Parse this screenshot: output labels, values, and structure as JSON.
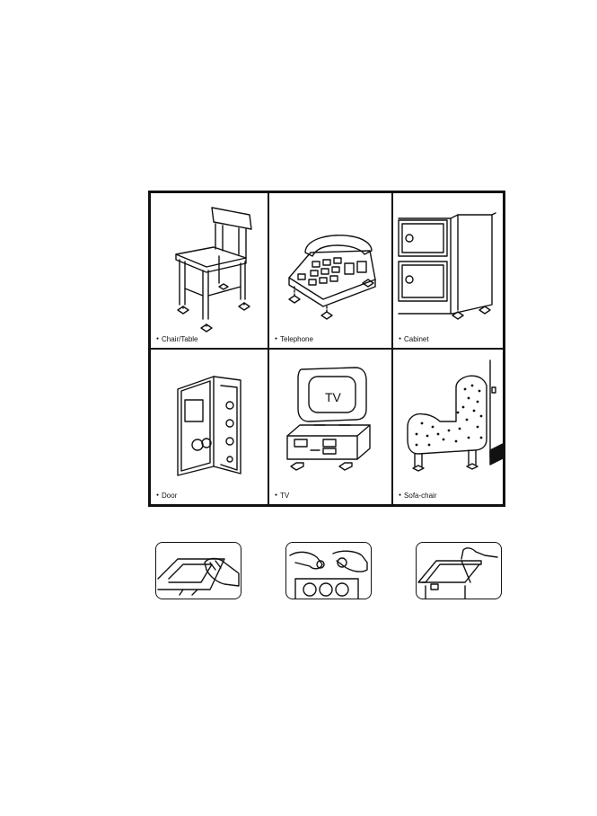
{
  "grid": {
    "items": [
      {
        "label": "Chair/Table",
        "icon": "chair-icon"
      },
      {
        "label": "Telephone",
        "icon": "telephone-icon"
      },
      {
        "label": "Cabinet",
        "icon": "cabinet-icon"
      },
      {
        "label": "Door",
        "icon": "door-icon"
      },
      {
        "label": "TV",
        "icon": "tv-icon",
        "screen_text": "TV"
      },
      {
        "label": "Sofa-chair",
        "icon": "sofa-chair-icon"
      }
    ]
  },
  "steps": [
    {
      "icon": "wipe-surface-icon"
    },
    {
      "icon": "peel-pads-icon"
    },
    {
      "icon": "attach-pad-icon"
    }
  ]
}
